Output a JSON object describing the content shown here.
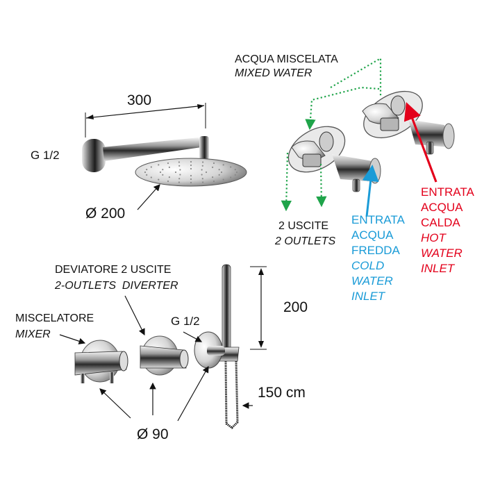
{
  "head_shower": {
    "arm_length": "300",
    "thread": "G 1/2",
    "diameter": "Ø 200"
  },
  "mixed_water": {
    "it": "ACQUA MISCELATA",
    "en": "MIXED WATER"
  },
  "outlets": {
    "it": "2 USCITE",
    "en": "2 OUTLETS"
  },
  "cold_inlet": [
    "ENTRATA",
    "ACQUA",
    "FREDDA",
    "COLD",
    "WATER",
    "INLET"
  ],
  "hot_inlet": [
    "ENTRATA",
    "ACQUA",
    "CALDA",
    "HOT",
    "WATER",
    "INLET"
  ],
  "diverter": {
    "it": "DEVIATORE 2 USCITE",
    "en": "2-OUTLETS  DIVERTER"
  },
  "mixer": {
    "it": "MISCELATORE",
    "en": "MIXER"
  },
  "wall_outlet_thread": "G 1/2",
  "hand_shower_height": "200",
  "hose_length": "150 cm",
  "plate_diameter": "Ø 90",
  "colors": {
    "cold": "#1a9bd7",
    "hot": "#e3001b",
    "flow": "#1fa44a"
  }
}
